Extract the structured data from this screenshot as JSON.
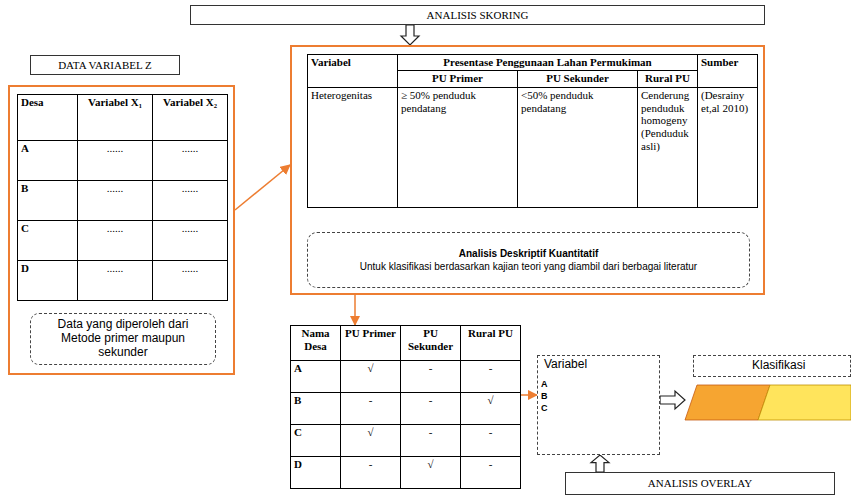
{
  "diagram": {
    "nodes": [
      {
        "text": [
          "ANALISIS SKORING"
        ]
      },
      {
        "text": [
          "DATA VARIABEL Z"
        ]
      },
      {
        "text": [
          "Desa",
          "Variabel X₁",
          "Variabel X₂",
          "A",
          "......",
          "......",
          "B",
          "......",
          "......",
          "C",
          "......",
          "......",
          "D",
          "......",
          "......"
        ]
      },
      {
        "text": [
          "Data yang diperoleh dari Metode primer maupun sekunder"
        ],
        "in": 2
      },
      {
        "text": [
          "Variabel",
          "Presentase Penggunaan Lahan Permukiman",
          "Sumber",
          "PU Primer",
          "PU Sekunder",
          "Rural PU",
          "Heterogenitas",
          "≥ 50% penduduk pendatang",
          "<50% penduduk pendatang",
          "Cenderung penduduk homogeny (Penduduk asli)",
          "(Desrainy et,al 2010)"
        ]
      },
      {
        "text": [
          "Analisis Deskriptif Kuantitatif",
          "Untuk klasifikasi berdasarkan kajian teori yang diambil dari berbagai literatur"
        ],
        "in": 4
      },
      {
        "text": [
          "Nama Desa",
          "PU Primer",
          "PU Sekunder",
          "Rural PU",
          "A",
          "√",
          "-",
          "-",
          "B",
          "-",
          "-",
          "√",
          "C",
          "√",
          "-",
          "-",
          "D",
          "-",
          "√",
          "-"
        ]
      },
      {
        "text": [
          "Variabel",
          "A",
          "B",
          "C"
        ]
      },
      {
        "text": [
          "Klasifikasi"
        ]
      },
      {
        "text": [
          "ANALISIS OVERLAY"
        ]
      }
    ],
    "edges": [
      {
        "from": 0,
        "to": 4,
        "arrow": "to"
      },
      {
        "from": 2,
        "to": 4,
        "arrow": "to"
      },
      {
        "from": 4,
        "to": 6,
        "arrow": "to"
      },
      {
        "from": 6,
        "to": 7,
        "arrow": "to"
      },
      {
        "from": 7,
        "to": 8,
        "arrow": "to"
      },
      {
        "from": 9,
        "to": 7,
        "arrow": "to"
      }
    ]
  }
}
